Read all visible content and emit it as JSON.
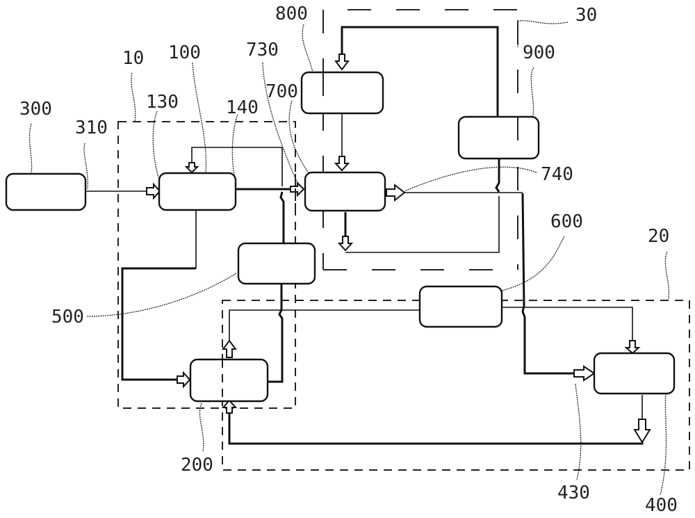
{
  "diagram": {
    "type": "process-flow-schematic",
    "regions": [
      {
        "id": "10",
        "label": "10"
      },
      {
        "id": "20",
        "label": "20"
      },
      {
        "id": "30",
        "label": "30"
      }
    ],
    "units": [
      {
        "id": "300",
        "label": "300"
      },
      {
        "id": "100",
        "label": "100"
      },
      {
        "id": "500",
        "label": "500"
      },
      {
        "id": "200",
        "label": "200"
      },
      {
        "id": "800",
        "label": "800"
      },
      {
        "id": "700",
        "label": "700"
      },
      {
        "id": "900",
        "label": "900"
      },
      {
        "id": "600",
        "label": "600"
      },
      {
        "id": "400",
        "label": "400"
      }
    ],
    "ports": [
      {
        "id": "310",
        "label": "310"
      },
      {
        "id": "130",
        "label": "130"
      },
      {
        "id": "140",
        "label": "140"
      },
      {
        "id": "730",
        "label": "730"
      },
      {
        "id": "740",
        "label": "740"
      },
      {
        "id": "430",
        "label": "430"
      }
    ],
    "connections": [
      {
        "from": "300",
        "to": "100",
        "via": "310/130"
      },
      {
        "from": "100",
        "to": "700",
        "via": "140/730"
      },
      {
        "from": "100",
        "to": "200"
      },
      {
        "from": "500",
        "to": "100"
      },
      {
        "from": "200",
        "to": "500"
      },
      {
        "from": "200",
        "to": "600"
      },
      {
        "from": "800",
        "to": "700"
      },
      {
        "from": "900",
        "to": "800"
      },
      {
        "from": "700",
        "to": "400",
        "via": "740/430"
      },
      {
        "from": "700",
        "to": "900"
      },
      {
        "from": "600",
        "to": "400"
      },
      {
        "from": "400",
        "to": "200"
      }
    ]
  }
}
